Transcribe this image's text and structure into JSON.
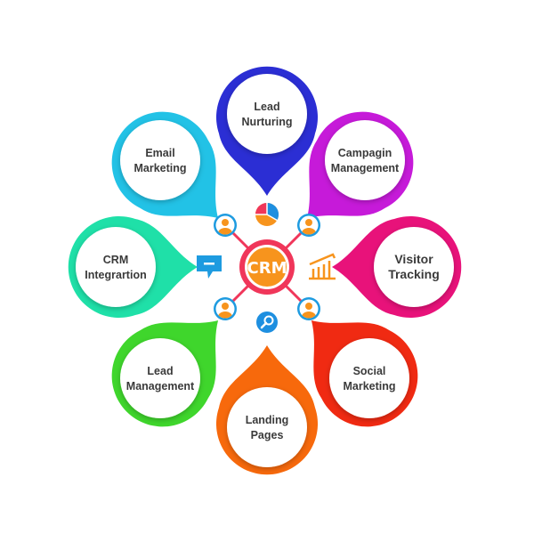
{
  "center": {
    "label": "CRM",
    "ring_color": "#f0365a",
    "core_color": "#f7941d"
  },
  "petals": [
    {
      "lines": [
        "Lead",
        "Nurturing"
      ],
      "color": "#2b2ed4"
    },
    {
      "lines": [
        "Campagin",
        "Management"
      ],
      "color": "#c61ad9"
    },
    {
      "lines": [
        "Visitor",
        "Tracking"
      ],
      "color": "#e8127a"
    },
    {
      "lines": [
        "Social",
        "Marketing"
      ],
      "color": "#f02a12"
    },
    {
      "lines": [
        "Landing",
        "Pages"
      ],
      "color": "#f7690c"
    },
    {
      "lines": [
        "Lead",
        "Management"
      ],
      "color": "#3fd62c"
    },
    {
      "lines": [
        "CRM",
        "Integrartion"
      ],
      "color": "#1fe0a8"
    },
    {
      "lines": [
        "Email",
        "Marketing"
      ],
      "color": "#22c2e6"
    }
  ],
  "icons": [
    "pie-chart-icon",
    "chat-icon",
    "bar-chart-icon",
    "search-icon",
    "user-icon"
  ]
}
